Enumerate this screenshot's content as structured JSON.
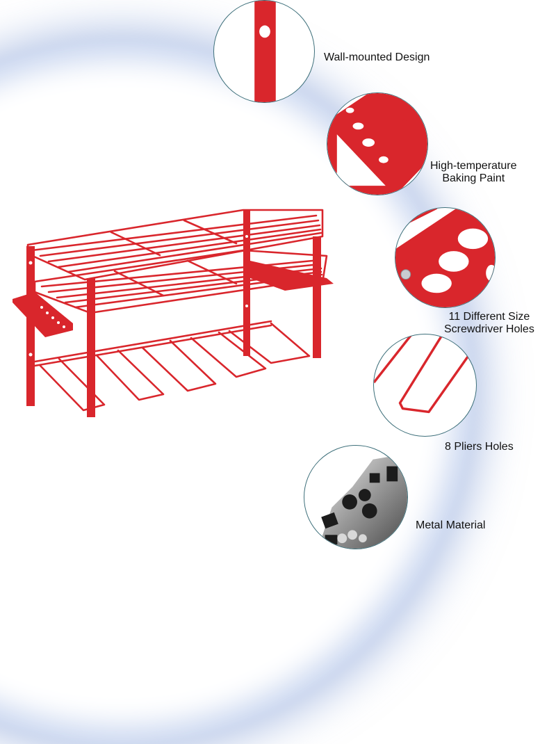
{
  "colors": {
    "product_red": "#d9262c",
    "accent_blue_glow": "#9fb6e2",
    "inset_border": "#3d6f7a",
    "text": "#111111",
    "background": "#ffffff"
  },
  "product": {
    "name": "red wall-mounted power tool organizer rack",
    "icon": "wire-shelf-rack-icon"
  },
  "features": [
    {
      "label": "Wall-mounted Design",
      "icon": "bracket-mount-hole-icon"
    },
    {
      "label_line1": "High-temperature",
      "label_line2": "Baking Paint",
      "icon": "painted-panel-icon"
    },
    {
      "label_line1": "11 Different Size",
      "label_line2": "Screwdriver Holes",
      "icon": "screwdriver-holes-icon"
    },
    {
      "label": "8 Pliers Holes",
      "icon": "pliers-slot-icon"
    },
    {
      "label": "Metal Material",
      "icon": "metal-tubes-icon"
    }
  ]
}
